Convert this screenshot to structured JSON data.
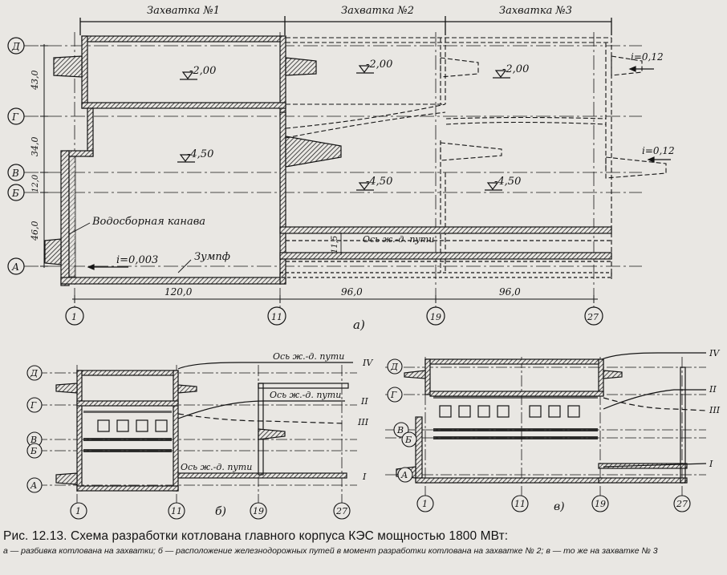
{
  "figure": {
    "panel_a": {
      "stages": [
        "Захватка №1",
        "Захватка №2",
        "Захватка №3"
      ],
      "axes_rows": [
        "Д",
        "Г",
        "В",
        "Б",
        "А"
      ],
      "axes_cols": [
        "1",
        "11",
        "19",
        "27"
      ],
      "row_dims": [
        "43,0",
        "34,0",
        "12,0",
        "46,0"
      ],
      "col_dims": [
        "120,0",
        "96,0",
        "96,0"
      ],
      "levels": [
        "-2,00",
        "-2,00",
        "-2,00",
        "-4,50",
        "-4,50",
        "-4,50"
      ],
      "slope_1": "i=0,12",
      "slope_2": "i=0,12",
      "slope_bottom": "i=0,003",
      "ditch": "Водосборная канава",
      "sump": "Зумпф",
      "rail_axis": "Ось ж.-д. пути",
      "rail_gap": "11,5",
      "label": "а)"
    },
    "panel_b": {
      "axes_rows": [
        "Д",
        "Г",
        "В",
        "Б",
        "А"
      ],
      "axes_cols": [
        "1",
        "11",
        "19",
        "27"
      ],
      "rail_axis_top": "Ось ж.-д. пути",
      "rail_axis_mid": "Ось ж.-д. пути",
      "rail_axis_low": "Ось ж.-д. пути",
      "roman": [
        "IV",
        "II",
        "III",
        "I"
      ],
      "label": "б)"
    },
    "panel_c": {
      "axes_rows": [
        "Д",
        "Г",
        "В",
        "Б",
        "А"
      ],
      "axes_cols": [
        "1",
        "11",
        "19",
        "27"
      ],
      "roman": [
        "IV",
        "II",
        "III",
        "I"
      ],
      "label": "в)"
    }
  },
  "caption": {
    "title": "Рис. 12.13. Схема разработки котлована главного корпуса КЭС мощностью 1800 МВт:",
    "legend": "а — разбивка котлована на захватки; б — расположение железнодорожных путей в момент разработки котлована на захватке № 2; в — то же на захватке № 3"
  }
}
